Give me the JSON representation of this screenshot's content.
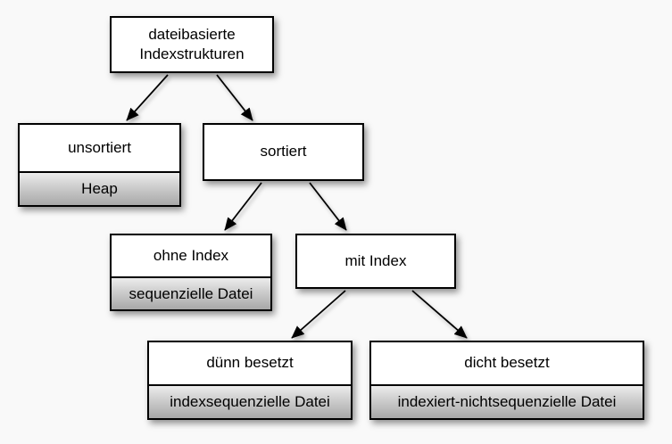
{
  "diagram": {
    "title": "dateibasierte Indexstrukturen",
    "nodes": {
      "root": {
        "label": "dateibasierte Indexstrukturen"
      },
      "unsorted": {
        "label": "unsortiert",
        "sublabel": "Heap"
      },
      "sorted": {
        "label": "sortiert"
      },
      "without_index": {
        "label": "ohne Index",
        "sublabel": "sequenzielle Datei"
      },
      "with_index": {
        "label": "mit Index"
      },
      "sparse": {
        "label": "dünn besetzt",
        "sublabel": "indexsequenzielle Datei"
      },
      "dense": {
        "label": "dicht besetzt",
        "sublabel": "indexiert-nichtsequenzielle Datei"
      }
    },
    "edges": [
      {
        "from": "root",
        "to": "unsorted"
      },
      {
        "from": "root",
        "to": "sorted"
      },
      {
        "from": "sorted",
        "to": "without_index"
      },
      {
        "from": "sorted",
        "to": "with_index"
      },
      {
        "from": "with_index",
        "to": "sparse"
      },
      {
        "from": "with_index",
        "to": "dense"
      }
    ]
  },
  "colors": {
    "background": "#f9f9f9",
    "node_fill": "#ffffff",
    "node_border": "#000000",
    "sublabel_gradient_top": "#ececec",
    "sublabel_gradient_bottom": "#a8a8a8",
    "arrow": "#000000",
    "text": "#000000"
  }
}
